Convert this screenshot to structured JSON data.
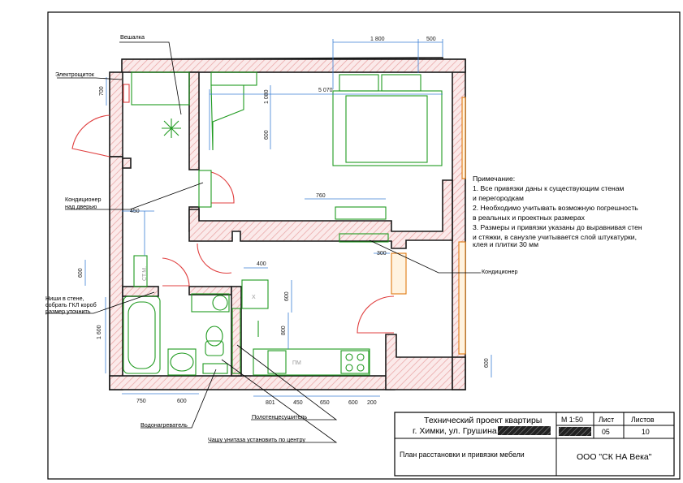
{
  "labels": {
    "hanger": "Вешалка",
    "electric_panel": "Электрощиток",
    "ac_over_door": [
      "Кондиционер",
      "над дверью"
    ],
    "ac": "Кондиционер",
    "niche": [
      "Ниши в стене,",
      "собрать ГКЛ короб",
      "размер уточнить"
    ],
    "water_heater": "Водонагреватель",
    "towel_dryer": "Полотенцесушитель",
    "toilet_note": "Чашу унитаза установить по центру",
    "cabinet": "СТ.М.",
    "dishwasher": "ПМ",
    "washer_mark": "X"
  },
  "notes": [
    "Примечание:",
    "1. Все привязки даны к существующим стенам",
    "и перегородкам",
    "2. Необходимо учитывать возможную погрешность",
    " в реальных и проектных размерах",
    "3. Размеры и привязки указаны до выравнивая стен",
    "и стяжки, в санузле учитывается слой штукатурки,",
    "клея и плитки 30 мм"
  ],
  "dimensions": {
    "top_1800": "1 800",
    "top_500": "500",
    "w_5070": "5 070",
    "v_1080": "1 080",
    "v_600_bed": "600",
    "h_760": "760",
    "h_450_ac": "450",
    "h_300": "300",
    "v_700": "700",
    "v_600_left": "600",
    "v_1600": "1 600",
    "h_400": "400",
    "v_600_wm": "600",
    "v_800": "800",
    "v_600_right": "600",
    "bottom": [
      "750",
      "600",
      "801",
      "450",
      "650",
      "600",
      "200"
    ]
  },
  "title_block": {
    "project": "Технический проект квартиры",
    "address": "г. Химки, ул. Грушина,",
    "scale": "М 1:50",
    "sheet_label": "Лист",
    "sheets_label": "Листов",
    "sheet": "05",
    "sheets": "10",
    "drawing_title": "План расстановки и привязки мебели",
    "company": "ООО \"СК НА Века\""
  },
  "colors": {
    "wall_hatch": "#e8a0a0",
    "furniture": "#1f9a1f",
    "dimension": "#3b7fd4",
    "door": "#e04040",
    "window": "#e07a10"
  }
}
